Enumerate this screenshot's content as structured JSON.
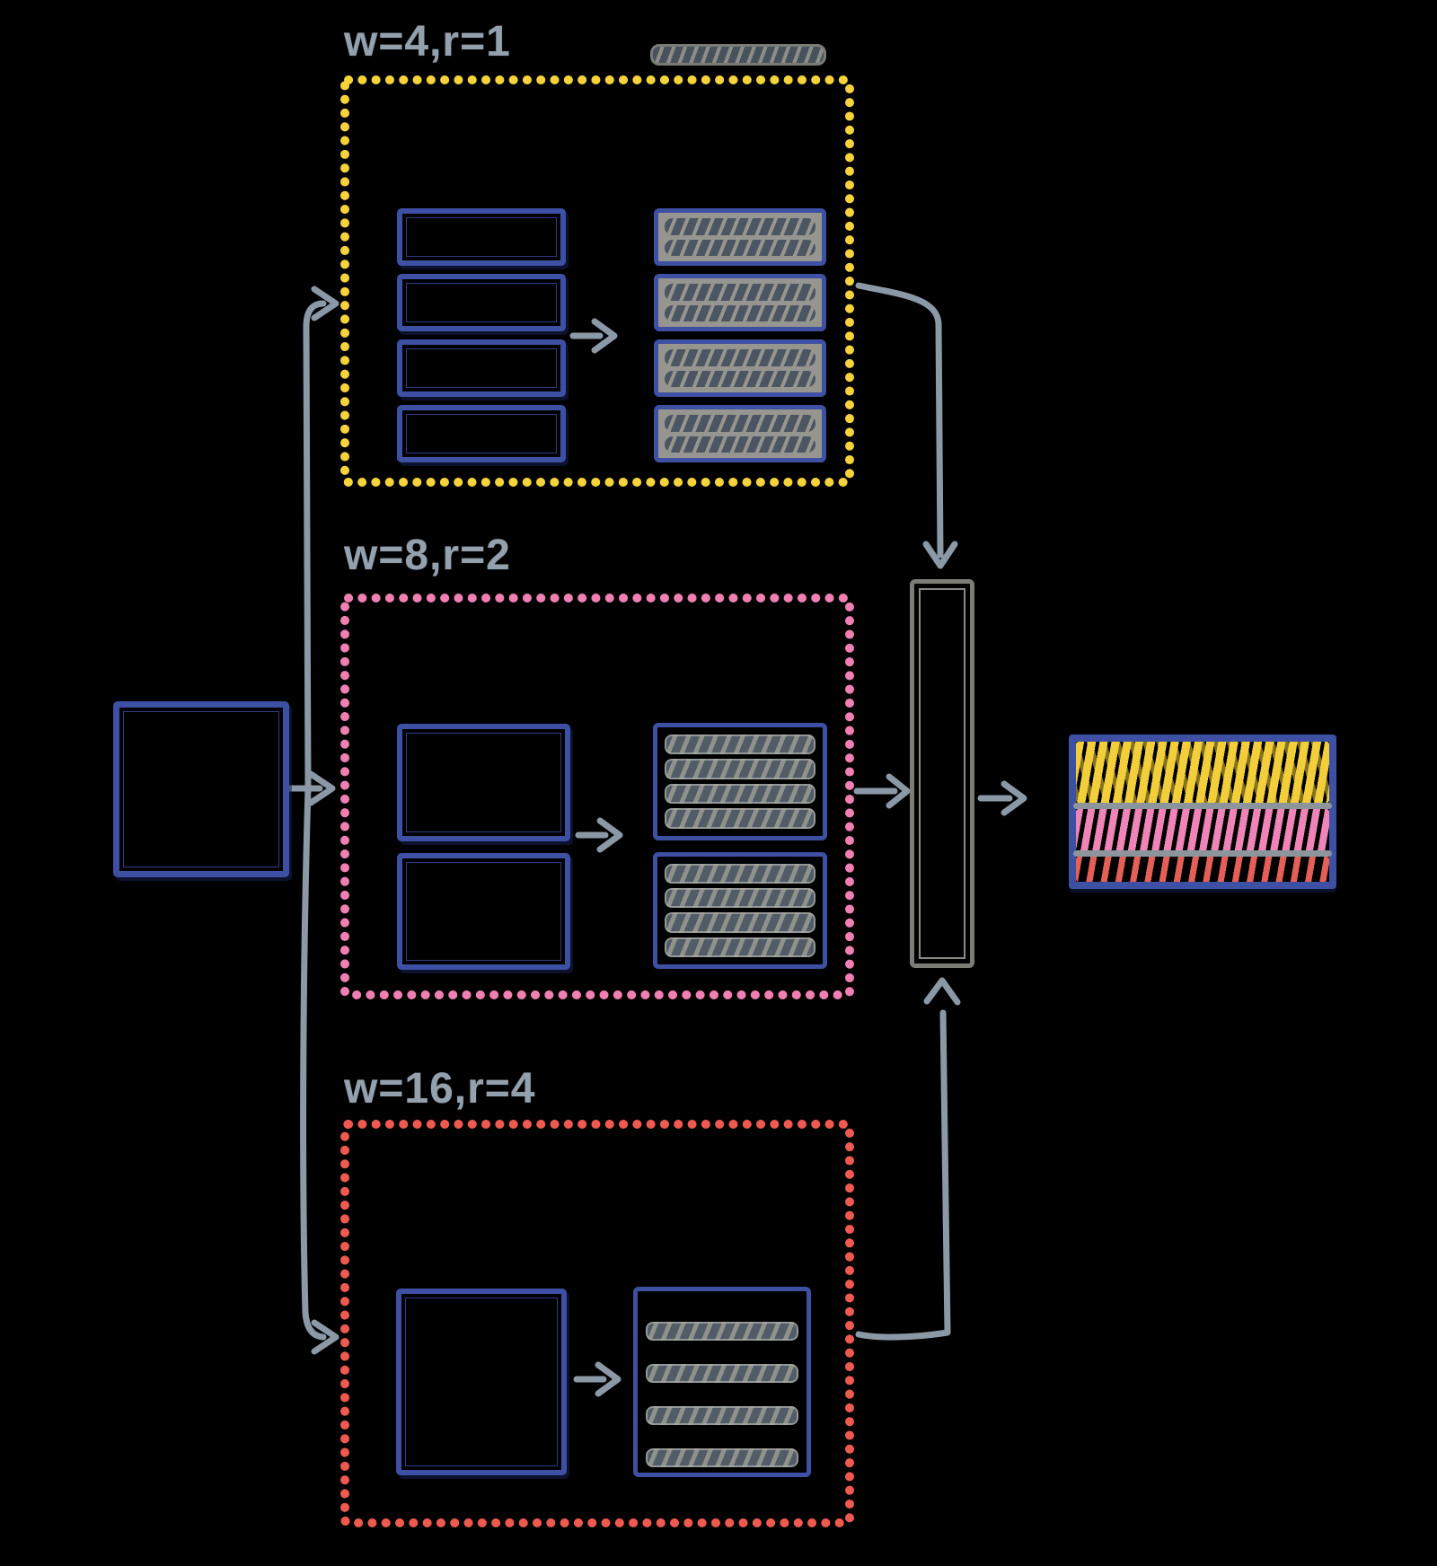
{
  "groups": [
    {
      "label": "w=4,r=1",
      "color": "#f6d23b",
      "blue_blocks": 4,
      "kv_blocks": 4,
      "kv_rows_per_block": 2,
      "kv_style": "kv-filled"
    },
    {
      "label": "w=8,r=2",
      "color": "#f07fb2",
      "blue_blocks": 2,
      "kv_blocks": 2,
      "kv_rows_per_block": 4,
      "kv_style": "kv-tight"
    },
    {
      "label": "w=16,r=4",
      "color": "#ef5a50",
      "blue_blocks": 1,
      "kv_blocks": 1,
      "kv_rows_per_block": 4,
      "kv_style": "kv-sparse"
    }
  ],
  "output_stripe_colors": [
    "#f2cf3a",
    "#ef85b7",
    "#e45f55"
  ],
  "colors": {
    "background": "#000000",
    "blue_border": "#3e50a4",
    "label_text": "#93a0ad",
    "group_yellow": "#f6d23b",
    "group_pink": "#f07fb2",
    "group_red": "#ef5a50",
    "arrow": "#8b99a7",
    "kv_fill": "#96958f",
    "scribble_dark": "#4b5662",
    "concat_border": "#7d7d77",
    "output_yellow": "#f2cf3a",
    "output_pink": "#ef85b7",
    "output_red": "#e45f55",
    "divider": "#8c959c"
  }
}
